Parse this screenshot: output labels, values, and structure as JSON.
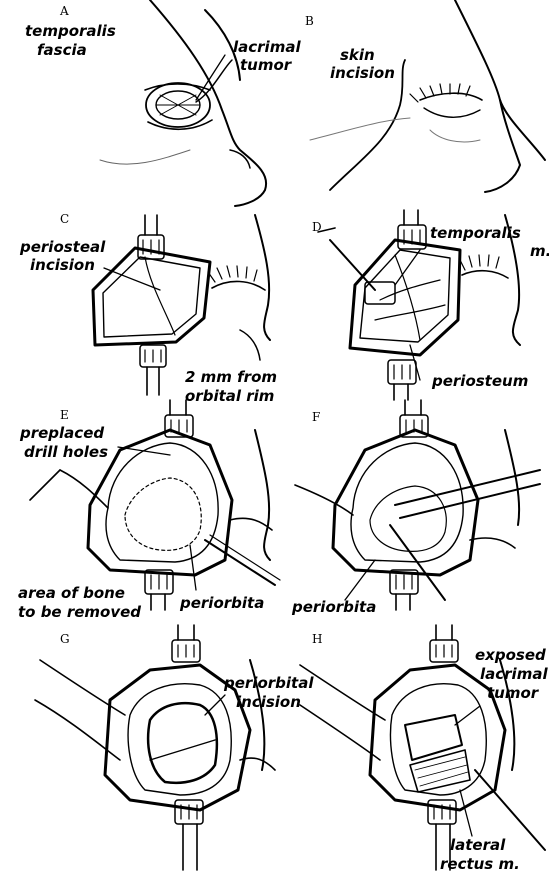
{
  "panels": {
    "A": {
      "letter": "A",
      "labels": [
        "temporalis",
        "fascia",
        "lacrimal",
        "tumor"
      ]
    },
    "B": {
      "letter": "B",
      "labels": [
        "skin",
        "incision"
      ]
    },
    "C": {
      "letter": "C",
      "labels": [
        "periosteal",
        "incision",
        "2 mm from",
        "orbital rim"
      ]
    },
    "D": {
      "letter": "D",
      "labels": [
        "temporalis",
        "m.",
        "periosteum"
      ]
    },
    "E": {
      "letter": "E",
      "labels": [
        "preplaced",
        "drill holes",
        "area of bone",
        "to be removed",
        "periorbita"
      ]
    },
    "F": {
      "letter": "F",
      "labels": [
        "periorbita"
      ]
    },
    "G": {
      "letter": "G",
      "labels": [
        "periorbital",
        "incision"
      ]
    },
    "H": {
      "letter": "H",
      "labels": [
        "exposed",
        "lacrimal",
        "tumor",
        "lateral",
        "rectus m."
      ]
    }
  }
}
